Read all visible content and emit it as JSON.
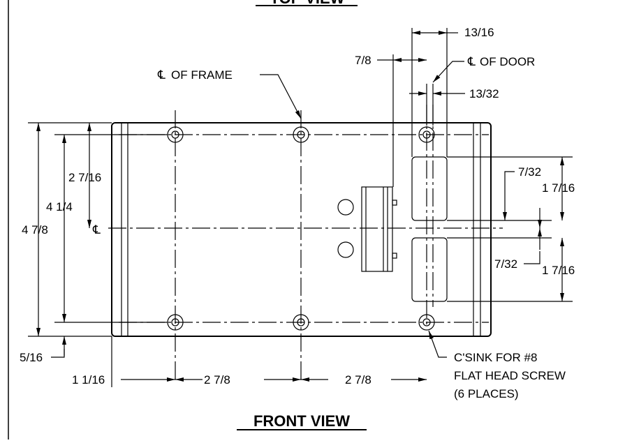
{
  "drawing": {
    "top_view_heading": "TOP VIEW",
    "front_view_heading": "FRONT VIEW",
    "centerline_symbol": "℄",
    "labels": {
      "cl_of_frame": "OF FRAME",
      "cl_of_door": "OF DOOR",
      "screw_note_1": "C'SINK FOR #8",
      "screw_note_2": "FLAT HEAD SCREW",
      "screw_note_3": "(6 PLACES)"
    },
    "dimensions": {
      "d_13_16": "13/16",
      "d_7_8_top": "7/8",
      "d_13_32": "13/32",
      "d_2_7_16": "2 7/16",
      "d_4_1_4": "4 1/4",
      "d_4_7_8": "4 7/8",
      "d_5_16": "5/16",
      "d_7_32_upper": "7/32",
      "d_1_7_16_upper": "1 7/16",
      "d_7_32_lower": "7/32",
      "d_1_7_16_lower": "1 7/16",
      "d_1_1_16": "1 1/16",
      "d_2_7_8_a": "2 7/8",
      "d_2_7_8_b": "2 7/8"
    }
  }
}
